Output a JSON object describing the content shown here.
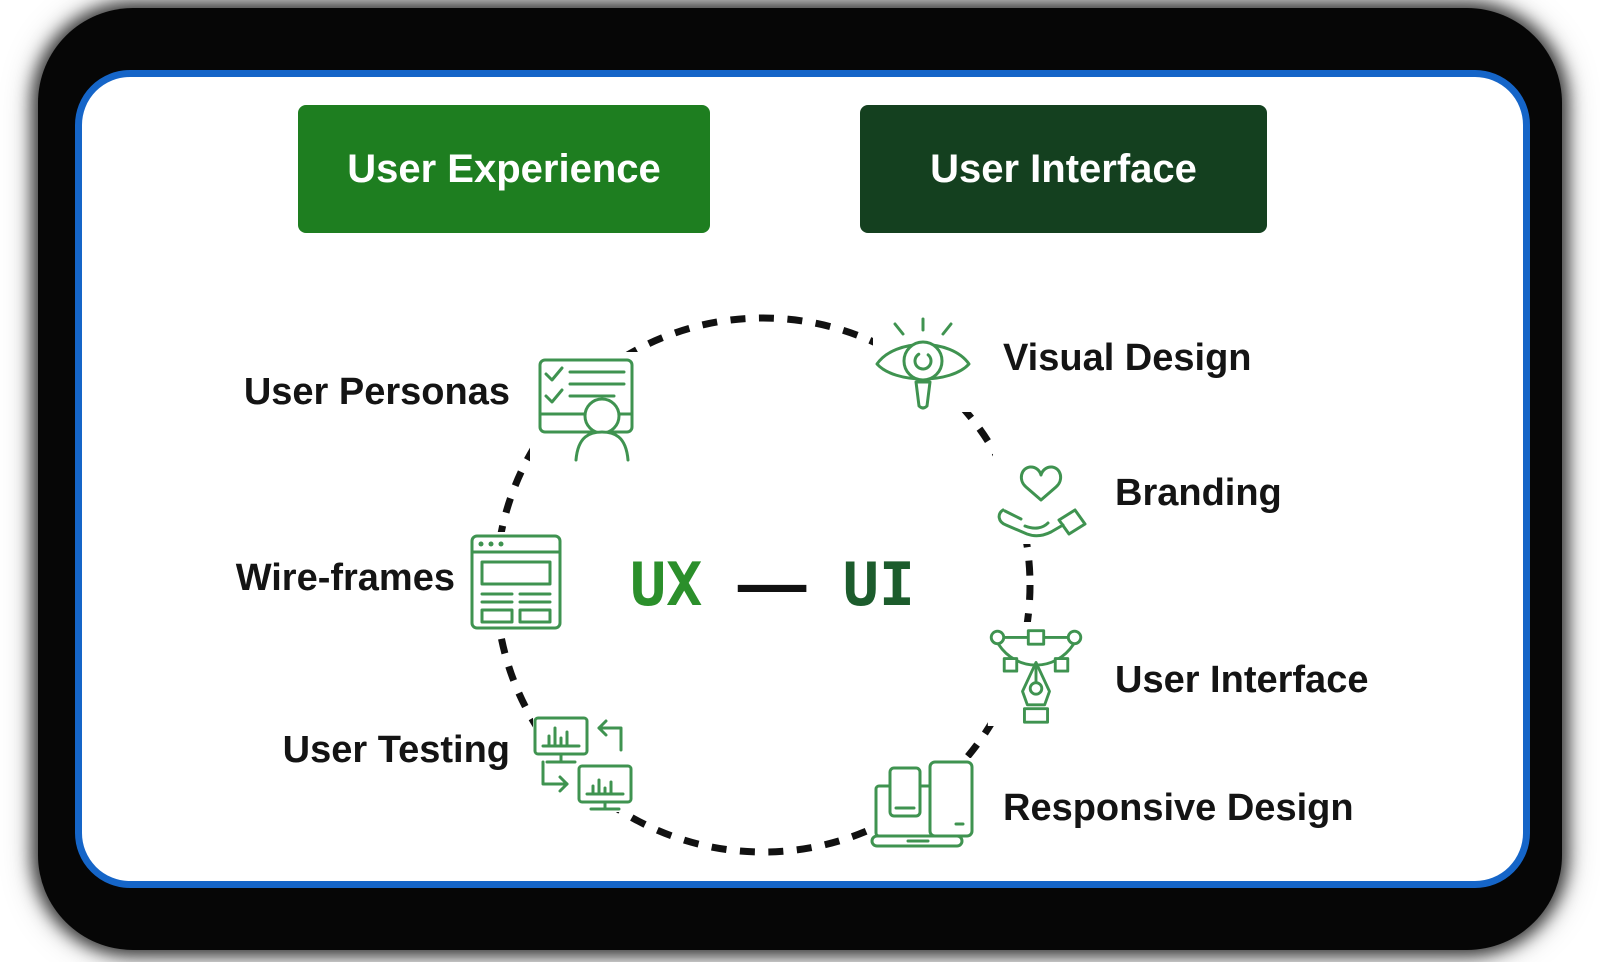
{
  "header": {
    "buttons": [
      {
        "label": "User Experience"
      },
      {
        "label": "User Interface"
      }
    ]
  },
  "center": {
    "left_acronym": "UX",
    "separator": "—",
    "right_acronym": "UI"
  },
  "diagram": {
    "left_items": [
      {
        "label": "User Personas",
        "icon": "persona-checklist-icon"
      },
      {
        "label": "Wire-frames",
        "icon": "wireframe-browser-icon"
      },
      {
        "label": "User Testing",
        "icon": "ab-testing-monitors-icon"
      }
    ],
    "right_items": [
      {
        "label": "Visual Design",
        "icon": "eye-icon"
      },
      {
        "label": "Branding",
        "icon": "hand-heart-icon"
      },
      {
        "label": "User Interface",
        "icon": "pen-tool-icon"
      },
      {
        "label": "Responsive Design",
        "icon": "responsive-devices-icon"
      }
    ]
  },
  "colors": {
    "btn-ux": "#1e7e20",
    "btn-ui": "#14401f",
    "icon-green": "#3f9350",
    "ux-green": "#2b8f2b",
    "ui-green": "#1c5c2c",
    "border-blue": "#1565c8",
    "text-dark": "#141414"
  }
}
